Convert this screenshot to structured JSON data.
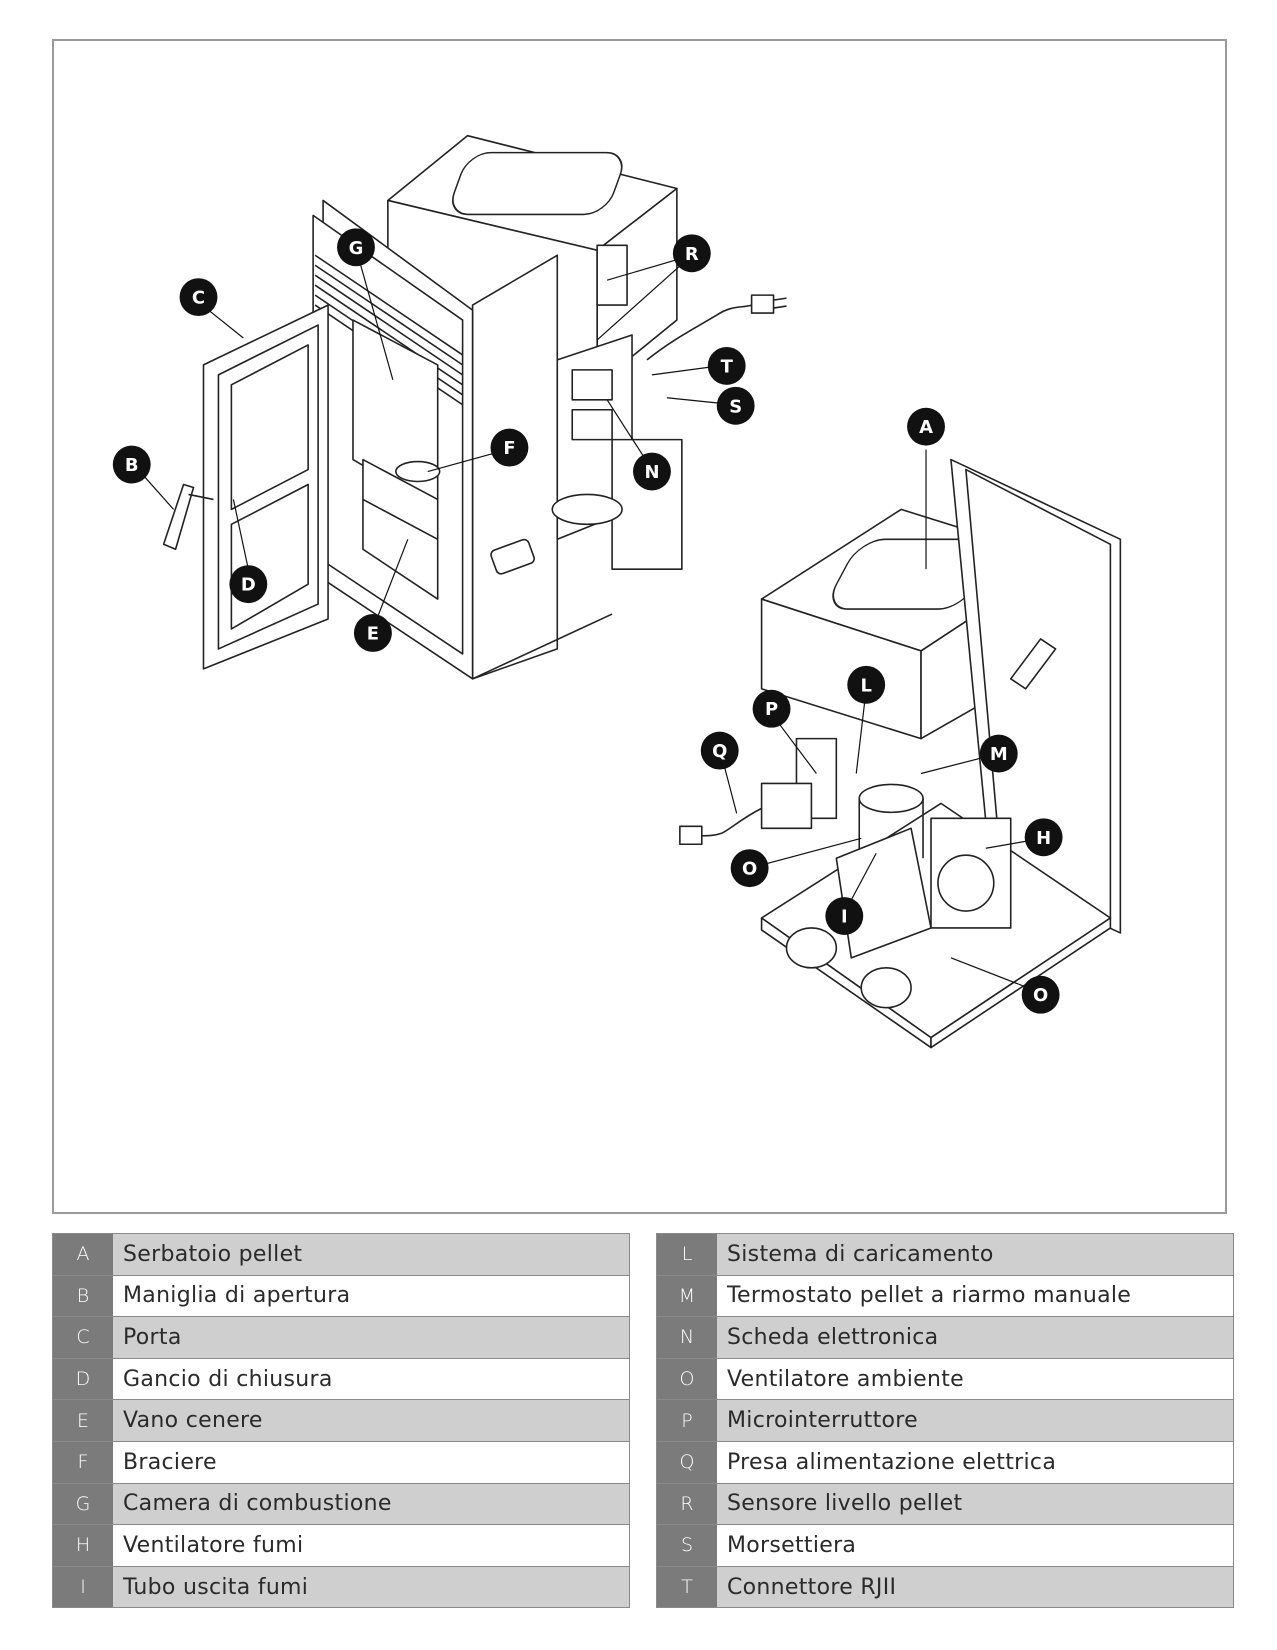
{
  "diagram": {
    "callouts": [
      "A",
      "B",
      "C",
      "D",
      "E",
      "F",
      "G",
      "H",
      "I",
      "L",
      "M",
      "N",
      "O",
      "O",
      "P",
      "Q",
      "R",
      "S",
      "T"
    ]
  },
  "legend_left": [
    {
      "code": "A",
      "text": "Serbatoio pellet"
    },
    {
      "code": "B",
      "text": "Maniglia di apertura"
    },
    {
      "code": "C",
      "text": "Porta"
    },
    {
      "code": "D",
      "text": "Gancio di chiusura"
    },
    {
      "code": "E",
      "text": "Vano cenere"
    },
    {
      "code": "F",
      "text": "Braciere"
    },
    {
      "code": "G",
      "text": "Camera di combustione"
    },
    {
      "code": "H",
      "text": "Ventilatore fumi"
    },
    {
      "code": "I",
      "text": "Tubo uscita fumi"
    }
  ],
  "legend_right": [
    {
      "code": "L",
      "text": "Sistema di caricamento"
    },
    {
      "code": "M",
      "text": "Termostato pellet a riarmo manuale"
    },
    {
      "code": "N",
      "text": "Scheda elettronica"
    },
    {
      "code": "O",
      "text": "Ventilatore ambiente"
    },
    {
      "code": "P",
      "text": "Microinterruttore"
    },
    {
      "code": "Q",
      "text": "Presa alimentazione elettrica"
    },
    {
      "code": "R",
      "text": "Sensore livello pellet"
    },
    {
      "code": "S",
      "text": "Morsettiera"
    },
    {
      "code": "T",
      "text": "Connettore RJII"
    }
  ]
}
